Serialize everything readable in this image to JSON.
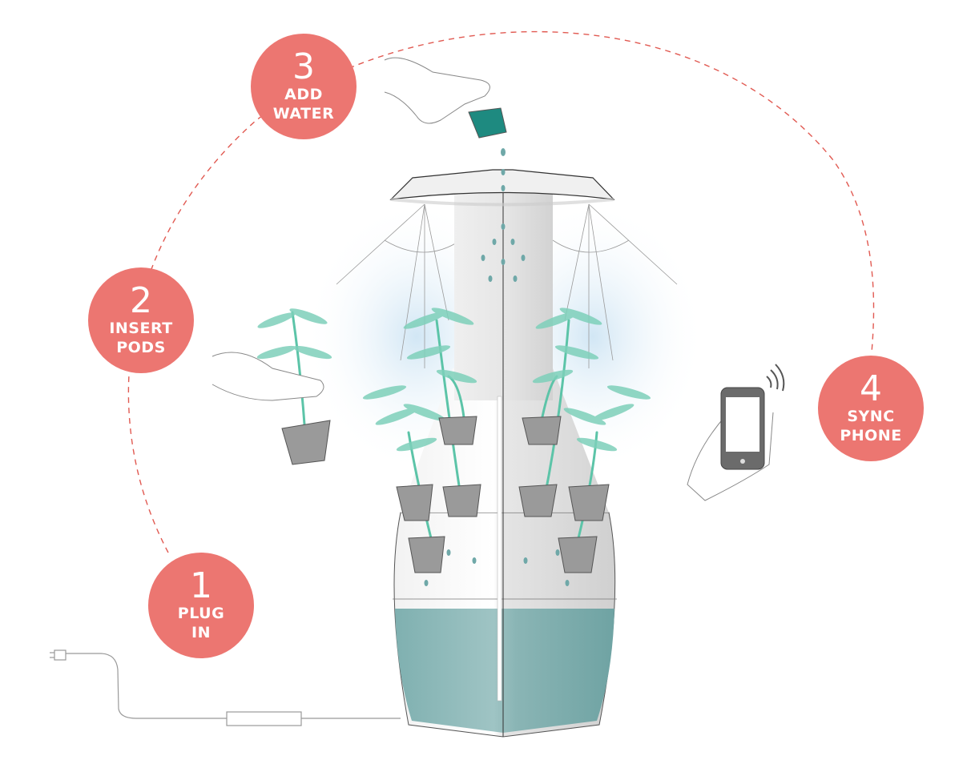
{
  "diagram": {
    "title": "Setup steps for a vertical hydroponic garden tower",
    "colors": {
      "step_fill": "#ec7671",
      "dashed_arc": "#e15a52",
      "water_teal": "#8fb8b8",
      "plant_green": "#5cc4a8",
      "pot_grey": "#9a9a9a",
      "light_glow": "#d6e9f5",
      "outline": "#444444"
    },
    "steps": [
      {
        "number": "1",
        "line1": "PLUG",
        "line2": "IN"
      },
      {
        "number": "2",
        "line1": "INSERT",
        "line2": "PODS"
      },
      {
        "number": "3",
        "line1": "ADD",
        "line2": "WATER"
      },
      {
        "number": "4",
        "line1": "SYNC",
        "line2": "PHONE"
      }
    ],
    "illustrations": {
      "tower": "garden-tower",
      "hand_pod": "hand-holding-pod",
      "hand_cup": "hand-pouring-water",
      "hand_phone": "hand-holding-phone",
      "power_cord": "power-cord-with-adapter"
    }
  }
}
